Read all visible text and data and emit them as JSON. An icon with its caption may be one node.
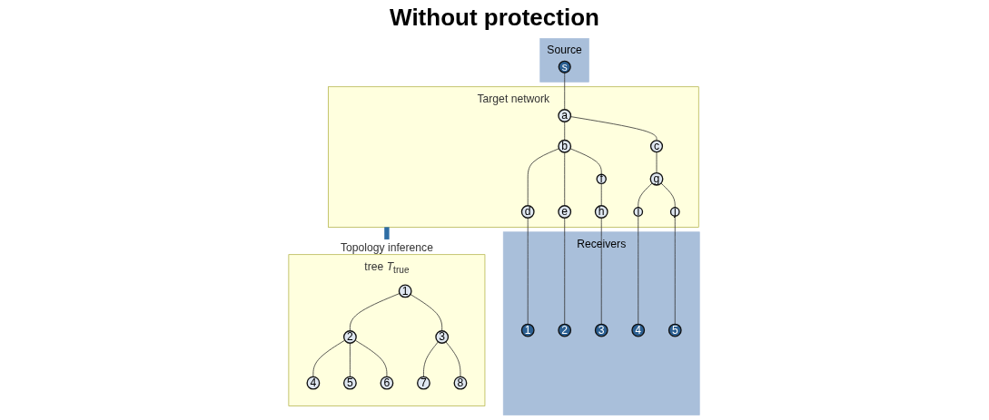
{
  "diagram": {
    "title": "Without protection",
    "nodes": [
      {
        "text": [
          "Source"
        ]
      },
      {
        "text": [
          "s"
        ],
        "in": 0
      },
      {
        "text": [
          "Target network"
        ]
      },
      {
        "text": [
          "a"
        ],
        "in": 2
      },
      {
        "text": [
          "b"
        ],
        "in": 2
      },
      {
        "text": [
          "c"
        ],
        "in": 2
      },
      {
        "text": [
          "d"
        ],
        "in": 2
      },
      {
        "text": [
          "e"
        ],
        "in": 2
      },
      {
        "text": [
          "f"
        ],
        "in": 2
      },
      {
        "text": [
          "g"
        ],
        "in": 2
      },
      {
        "text": [
          "h"
        ],
        "in": 2
      },
      {
        "text": [
          "i"
        ],
        "in": 2
      },
      {
        "text": [
          "j"
        ],
        "in": 2
      },
      {
        "text": [
          "Receivers"
        ]
      },
      {
        "text": [
          "1"
        ],
        "in": 13
      },
      {
        "text": [
          "2"
        ],
        "in": 13
      },
      {
        "text": [
          "3"
        ],
        "in": 13
      },
      {
        "text": [
          "4"
        ],
        "in": 13
      },
      {
        "text": [
          "5"
        ],
        "in": 13
      },
      {
        "text": [
          "tree *T*$_{true}$"
        ]
      },
      {
        "text": [
          "1"
        ],
        "in": 19
      },
      {
        "text": [
          "2"
        ],
        "in": 19
      },
      {
        "text": [
          "3"
        ],
        "in": 19
      },
      {
        "text": [
          "4"
        ],
        "in": 19
      },
      {
        "text": [
          "5"
        ],
        "in": 19
      },
      {
        "text": [
          "6"
        ],
        "in": 19
      },
      {
        "text": [
          "7"
        ],
        "in": 19
      },
      {
        "text": [
          "8"
        ],
        "in": 19
      }
    ],
    "edges": [
      {
        "from": 1,
        "to": 3,
        "arrow": "none"
      },
      {
        "from": 3,
        "to": 4,
        "arrow": "none"
      },
      {
        "from": 3,
        "to": 5,
        "arrow": "none"
      },
      {
        "from": 4,
        "to": 6,
        "arrow": "none"
      },
      {
        "from": 4,
        "to": 7,
        "arrow": "none"
      },
      {
        "from": 4,
        "to": 8,
        "arrow": "none"
      },
      {
        "from": 5,
        "to": 9,
        "arrow": "none"
      },
      {
        "from": 8,
        "to": 10,
        "arrow": "none"
      },
      {
        "from": 9,
        "to": 11,
        "arrow": "none"
      },
      {
        "from": 9,
        "to": 12,
        "arrow": "none"
      },
      {
        "from": 6,
        "to": 14,
        "arrow": "none"
      },
      {
        "from": 7,
        "to": 15,
        "arrow": "none"
      },
      {
        "from": 10,
        "to": 16,
        "arrow": "none"
      },
      {
        "from": 11,
        "to": 17,
        "arrow": "none"
      },
      {
        "from": 12,
        "to": 18,
        "arrow": "none"
      },
      {
        "from": 2,
        "to": 19,
        "arrow": "to",
        "label": "Topology inference",
        "style": "thick",
        "color": "#2e6da4"
      },
      {
        "from": 20,
        "to": 21,
        "arrow": "none"
      },
      {
        "from": 20,
        "to": 22,
        "arrow": "none"
      },
      {
        "from": 21,
        "to": 23,
        "arrow": "none"
      },
      {
        "from": 21,
        "to": 24,
        "arrow": "none"
      },
      {
        "from": 21,
        "to": 25,
        "arrow": "none"
      },
      {
        "from": 22,
        "to": 26,
        "arrow": "none"
      },
      {
        "from": 22,
        "to": 27,
        "arrow": "none"
      }
    ]
  }
}
